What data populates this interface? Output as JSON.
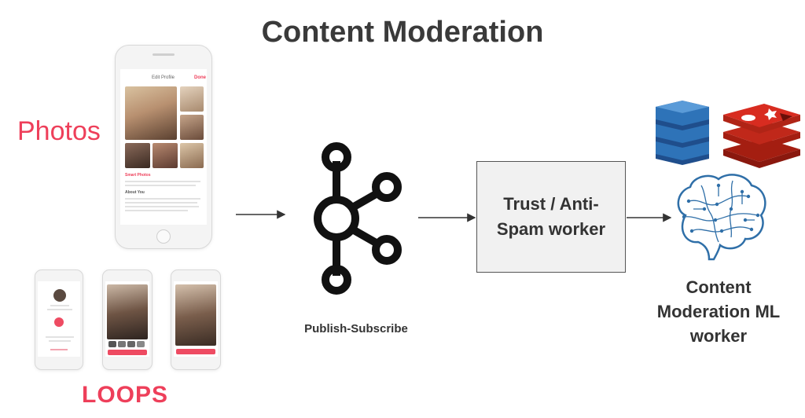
{
  "slide": {
    "title": "Content Moderation"
  },
  "sources": {
    "photos_label": "Photos",
    "loops_label": "LOOPS",
    "edit_profile_screen": {
      "title": "Edit Profile",
      "done": "Done",
      "smart_photos": "Smart Photos",
      "about_you": "About You"
    }
  },
  "pubsub": {
    "label": "Publish-Subscribe",
    "icon": "kafka-icon"
  },
  "worker": {
    "label": "Trust / Anti-Spam worker"
  },
  "ml_worker": {
    "label": "Content Moderation ML worker",
    "icons": [
      "dynamodb-icon",
      "redis-icon",
      "brain-icon"
    ]
  },
  "colors": {
    "brand": "#ee3f5a",
    "dynamodb": "#2e73b8",
    "redis": "#d82c20",
    "brain": "#2f6fa8"
  }
}
